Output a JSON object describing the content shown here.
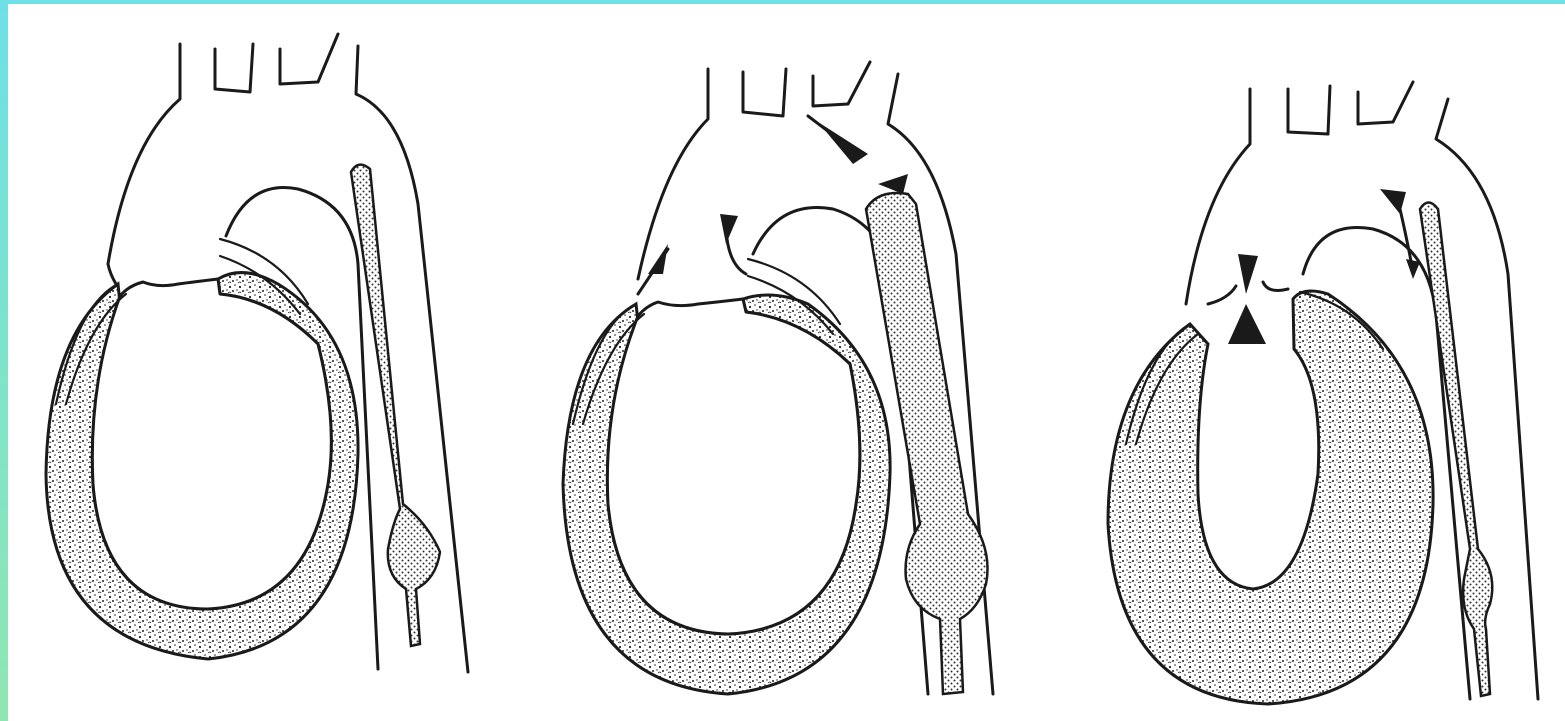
{
  "figure": {
    "panels": [
      {
        "id": "panel-1",
        "arrows": []
      },
      {
        "id": "panel-2",
        "arrows": [
          "up-left",
          "down-left",
          "down-right"
        ]
      },
      {
        "id": "panel-3",
        "arrows": [
          "up",
          "down"
        ]
      }
    ],
    "colors": {
      "ink": "#1a1a1a",
      "background": "#ffffff",
      "border_top": "#6ee0e6",
      "border_bottom": "#8fe6b0"
    }
  }
}
